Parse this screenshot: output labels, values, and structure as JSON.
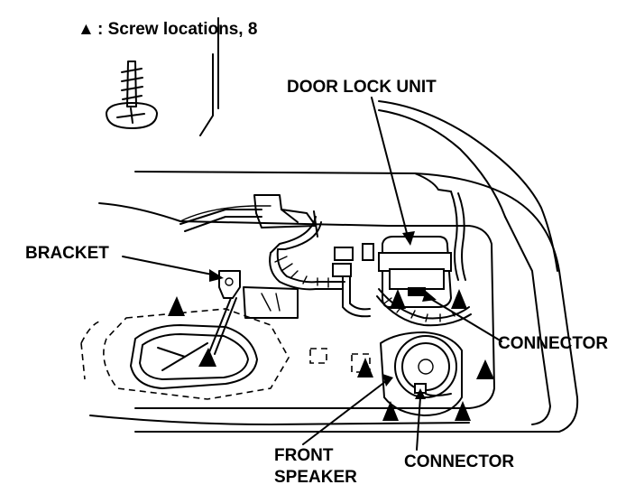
{
  "legend": {
    "symbol": "▲",
    "text": ": Screw locations, 8"
  },
  "labels": {
    "door_lock_unit": "DOOR LOCK UNIT",
    "bracket": "BRACKET",
    "connector_right": "CONNECTOR",
    "front_speaker_line1": "FRONT",
    "front_speaker_line2": "SPEAKER",
    "connector_bottom": "CONNECTOR"
  },
  "screw_count": 8
}
